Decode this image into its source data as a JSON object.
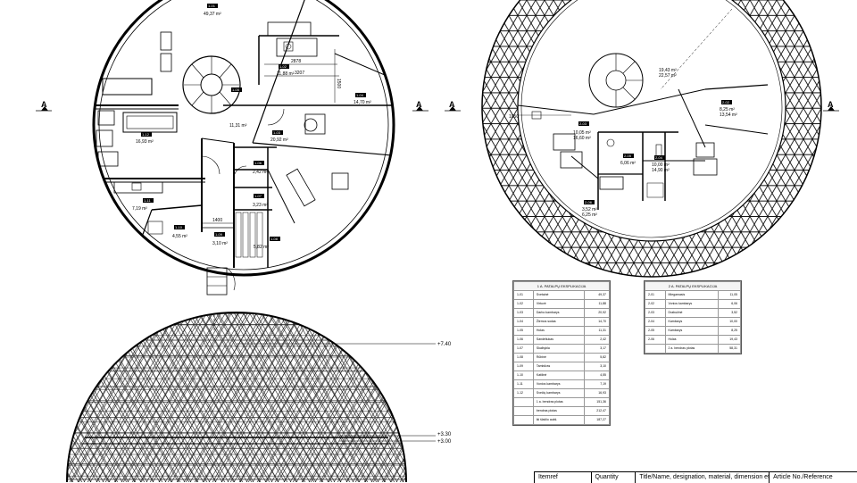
{
  "section_markers": {
    "left_a1": "A",
    "left_a2": "A",
    "right_a1": "A",
    "right_a2": "A"
  },
  "ground_floor": {
    "rooms": [
      {
        "id": "1-01",
        "area": "49,37 m²"
      },
      {
        "id": "1-02",
        "area": "11,88 m²"
      },
      {
        "id": "1-03",
        "area": "20,92 m²"
      },
      {
        "id": "1-04",
        "area": "14,70 m²"
      },
      {
        "id": "1-05",
        "area": "11,31 m²"
      },
      {
        "id": "1-06",
        "area": "2,42 m²"
      },
      {
        "id": "1-07",
        "area": "3,23 m²"
      },
      {
        "id": "1-08",
        "area": "5,82 m²"
      },
      {
        "id": "1-09",
        "area": "3,10 m²"
      },
      {
        "id": "1-10",
        "area": "4,55 m²"
      },
      {
        "id": "1-11",
        "area": "7,19 m²"
      },
      {
        "id": "1-12",
        "area": "16,93 m²"
      }
    ],
    "dims": {
      "d1": "2878",
      "d2": "3207",
      "d3": "1500",
      "d4": "1400"
    }
  },
  "upper_floor": {
    "rooms": [
      {
        "id": "2-01",
        "area1": "19,43 m²",
        "area2": "22,57 m²"
      },
      {
        "id": "2-02",
        "area1": "8,25 m²",
        "area2": "13,54 m²"
      },
      {
        "id": "2-03",
        "area1": "10,05 m²",
        "area2": "16,60 m²"
      },
      {
        "id": "2-04",
        "area1": "10,00 m²",
        "area2": "14,90 m²"
      },
      {
        "id": "2-05",
        "area1": "6,06 m²",
        "area2": ""
      },
      {
        "id": "2-06",
        "area1": "3,52 m²",
        "area2": "6,25 m²"
      }
    ],
    "dim": "1050"
  },
  "elevation": {
    "levels": [
      "+7.40",
      "+3.30",
      "+3.00"
    ]
  },
  "table1": {
    "title": "1 A. PATALPŲ EKSPLIKACIJA",
    "rows": [
      [
        "1-01",
        "Svetainė",
        "49,37"
      ],
      [
        "1-02",
        "Virtuvė",
        "11,88"
      ],
      [
        "1-03",
        "Darbo kambarys",
        "20,92"
      ],
      [
        "1-04",
        "Žiemos sodas",
        "14,70"
      ],
      [
        "1-05",
        "Holas",
        "11,31"
      ],
      [
        "1-06",
        "Sandėliukas",
        "2,42"
      ],
      [
        "1-07",
        "Skalbykla",
        "3,17"
      ],
      [
        "1-08",
        "Rūbinė",
        "5,82"
      ],
      [
        "1-09",
        "Tambūras",
        "3,10"
      ],
      [
        "1-10",
        "Katilinė",
        "4,55"
      ],
      [
        "1-11",
        "Vonios kambarys",
        "7,19"
      ],
      [
        "1-12",
        "Svečių kambarys",
        "16,93"
      ],
      [
        "",
        "1 a. bendras plotas",
        "151,36"
      ],
      [
        "",
        "bendras plotas",
        "212,47"
      ],
      [
        "",
        "iki šlaičio aukš.",
        "187,27"
      ]
    ]
  },
  "table2": {
    "title": "2 A. PATALPŲ EKSPLIKACIJA",
    "rows": [
      [
        "2-01",
        "Miegamasis",
        "11,05"
      ],
      [
        "2-02",
        "Vonios kambarys",
        "6,06"
      ],
      [
        "2-03",
        "Drabužinė",
        "3,52"
      ],
      [
        "2-04",
        "Kambarys",
        "10,00"
      ],
      [
        "2-05",
        "Kambarys",
        "8,25"
      ],
      [
        "2-06",
        "Holas",
        "19,43"
      ],
      [
        "",
        "2 a. bendras plotas",
        "58,31"
      ]
    ]
  },
  "title_block": [
    "Itemref",
    "Quantity",
    "Title/Name, designation, material, dimension etc",
    "Article No./Reference"
  ]
}
